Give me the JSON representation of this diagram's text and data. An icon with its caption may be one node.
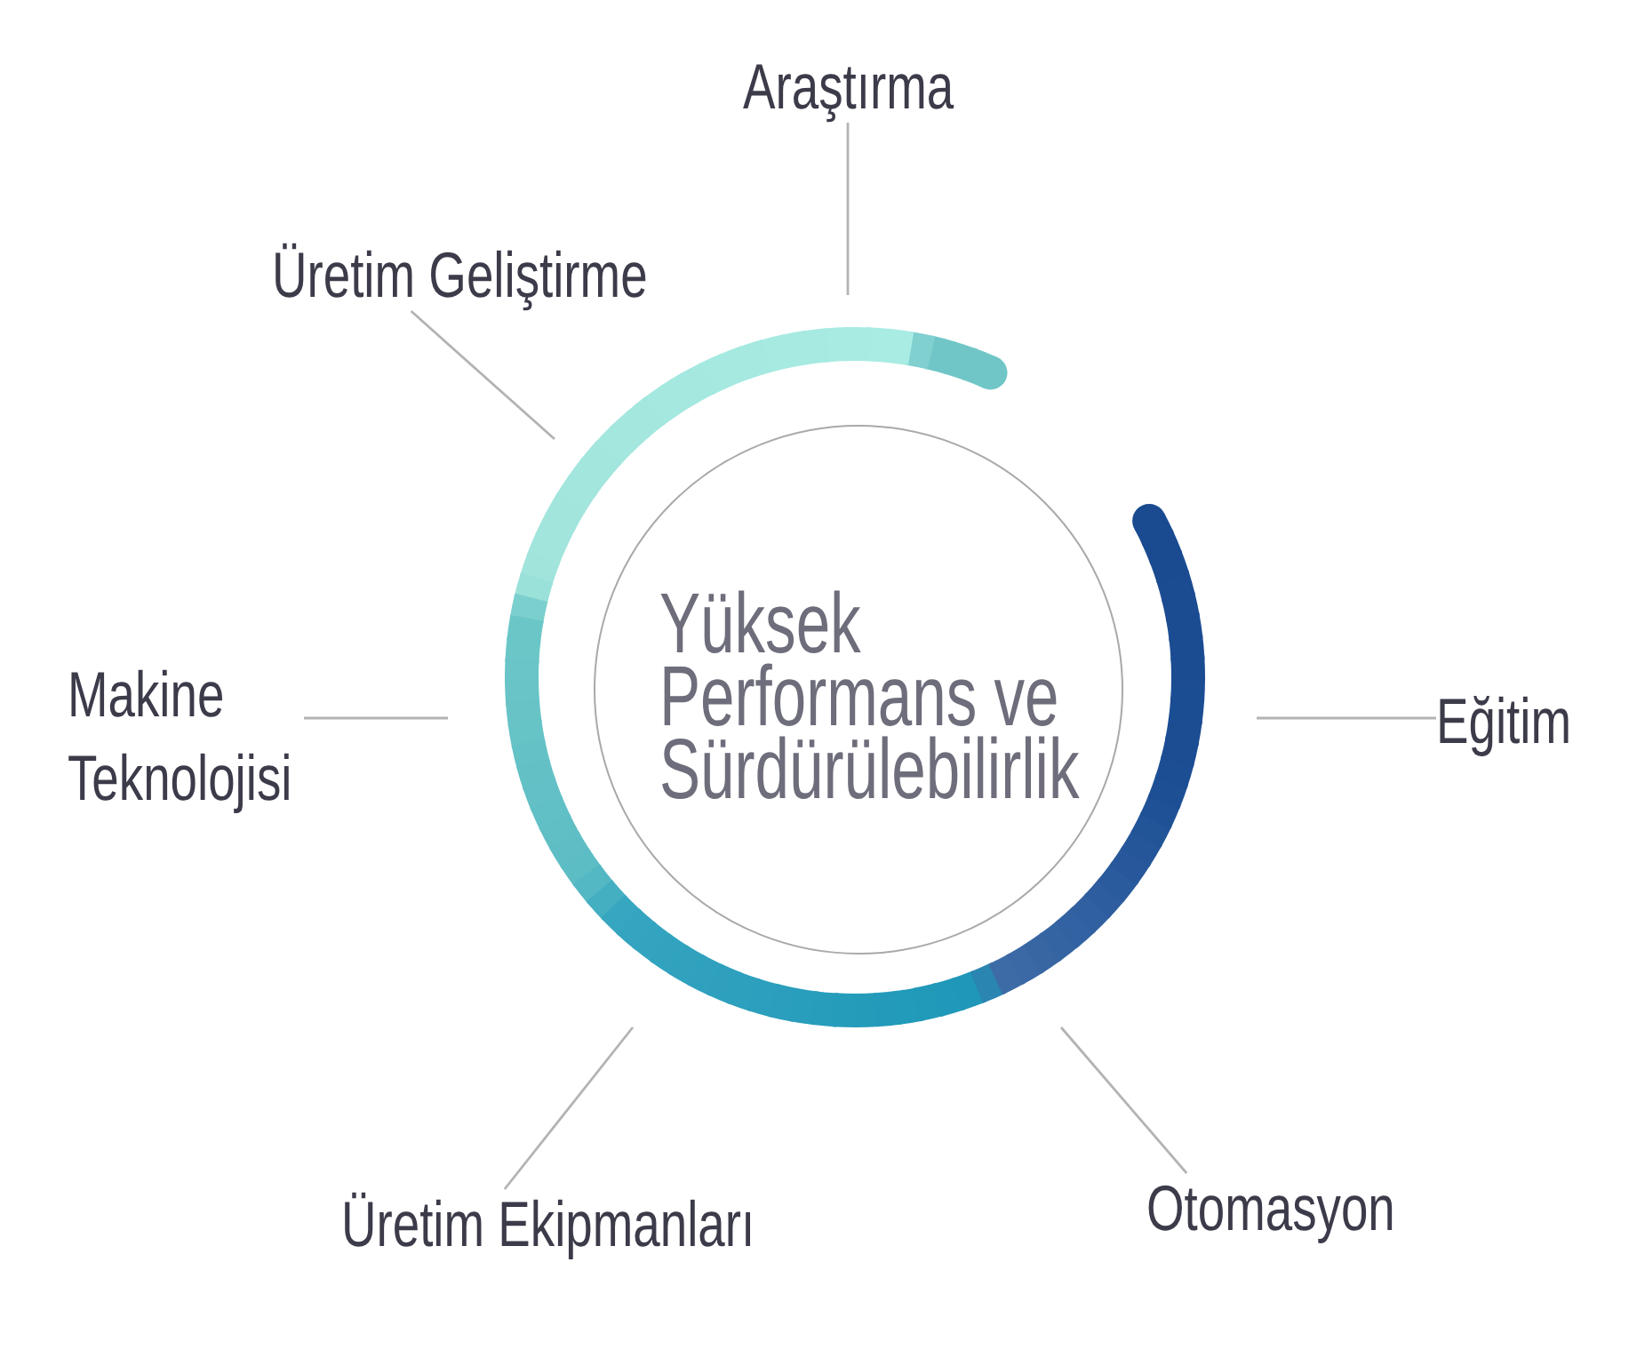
{
  "diagram": {
    "nodes": [
      {
        "text": [
          "Araştırma"
        ]
      },
      {
        "text": [
          "Üretim Geliştirme"
        ]
      },
      {
        "text": [
          "Yüksek Performans ve Sürdürülebilirlik"
        ]
      },
      {
        "text": [
          "Makine Teknolojisi"
        ]
      },
      {
        "text": [
          "Eğitim"
        ]
      },
      {
        "text": [
          "Üretim Ekipmanları"
        ]
      },
      {
        "text": [
          "Otomasyon"
        ]
      }
    ],
    "edges": [
      {
        "from": 0,
        "to": null,
        "arrow": "none"
      },
      {
        "from": 1,
        "to": null,
        "arrow": "none"
      },
      {
        "from": 3,
        "to": null,
        "arrow": "none"
      },
      {
        "from": 4,
        "to": null,
        "arrow": "none"
      },
      {
        "from": 5,
        "to": null,
        "arrow": "none"
      },
      {
        "from": 6,
        "to": null,
        "arrow": "none"
      }
    ]
  }
}
